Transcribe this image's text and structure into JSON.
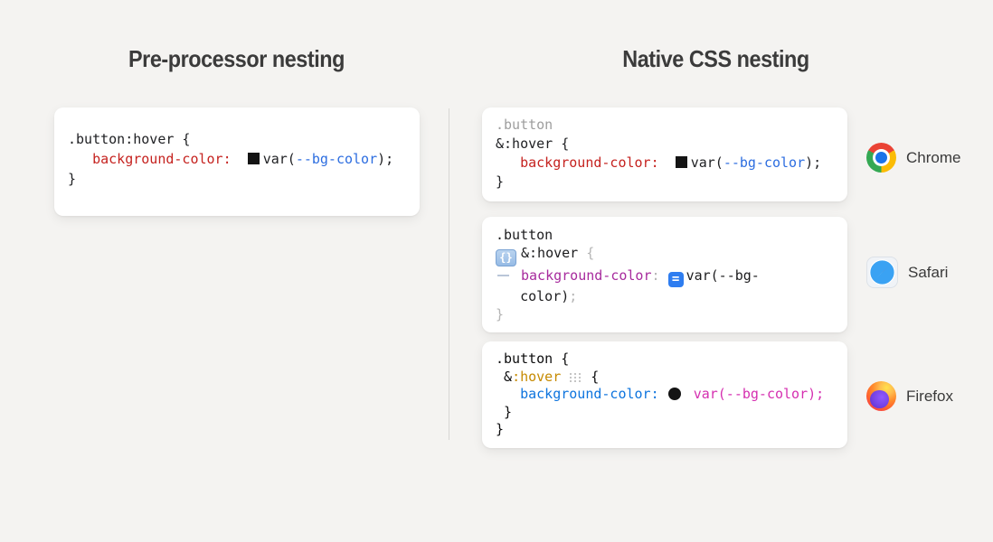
{
  "headings": {
    "left": "Pre-processor nesting",
    "right": "Native CSS nesting"
  },
  "colors": {
    "chrome_text": "#202124",
    "chrome_muted": "#9e9e9e",
    "chrome_property": "#c5221f",
    "chrome_variable": "#2c6de0",
    "safari_text": "#1c1c1e",
    "safari_muted": "#b4b4b4",
    "safari_property": "#a72a9d",
    "firefox_text": "#0c0c0d",
    "firefox_pseudo": "#c68a00",
    "firefox_property": "#0d74de",
    "firefox_value": "#d52fb0",
    "swatch_black": "#141414",
    "variable_badge_blue": "#2e7df0",
    "rule_badge_blue": "#96bbe5"
  },
  "cards": {
    "preprocessor": {
      "lines": [
        [
          {
            "t": ".button:hover {",
            "c": "chrome_text"
          }
        ],
        [
          {
            "t": "   ",
            "c": "chrome_text"
          },
          {
            "t": "background-color:",
            "c": "chrome_property"
          },
          {
            "t": "  ",
            "c": "chrome_text"
          },
          {
            "i": "color-swatch-square-icon"
          },
          {
            "t": "var(",
            "c": "chrome_text"
          },
          {
            "t": "--bg-color",
            "c": "chrome_variable"
          },
          {
            "t": ");",
            "c": "chrome_text"
          }
        ],
        [
          {
            "t": "}",
            "c": "chrome_text"
          }
        ]
      ]
    },
    "chrome": {
      "lines": [
        [
          {
            "t": ".button",
            "c": "chrome_muted"
          }
        ],
        [
          {
            "t": "&:hover {",
            "c": "chrome_text"
          }
        ],
        [
          {
            "t": "   ",
            "c": "chrome_text"
          },
          {
            "t": "background-color:",
            "c": "chrome_property"
          },
          {
            "t": "  ",
            "c": "chrome_text"
          },
          {
            "i": "color-swatch-square-icon"
          },
          {
            "t": "var(",
            "c": "chrome_text"
          },
          {
            "t": "--bg-color",
            "c": "chrome_variable"
          },
          {
            "t": ");",
            "c": "chrome_text"
          }
        ],
        [
          {
            "t": "}",
            "c": "chrome_text"
          }
        ]
      ]
    },
    "safari": {
      "lines": [
        [
          {
            "t": ".button",
            "c": "safari_text"
          }
        ],
        [
          {
            "i": "css-rule-badge-icon",
            "g": "{}"
          },
          {
            "t": "&:hover ",
            "c": "safari_text"
          },
          {
            "t": "{",
            "c": "safari_muted"
          }
        ],
        [
          {
            "i": "checkbox-dash-icon"
          },
          {
            "t": "background-color",
            "c": "safari_property"
          },
          {
            "t": ":",
            "c": "safari_muted"
          },
          {
            "t": " ",
            "c": "safari_text"
          },
          {
            "i": "css-variable-badge-icon",
            "g": "="
          },
          {
            "t": "var(--bg-",
            "c": "safari_text"
          }
        ],
        [
          {
            "t": "   color)",
            "c": "safari_text"
          },
          {
            "t": ";",
            "c": "safari_muted"
          }
        ],
        [
          {
            "t": "}",
            "c": "safari_muted"
          }
        ]
      ]
    },
    "firefox": {
      "lines": [
        [
          {
            "t": ".button {",
            "c": "firefox_text"
          }
        ],
        [
          {
            "t": " &",
            "c": "firefox_text"
          },
          {
            "t": ":hover",
            "c": "firefox_pseudo"
          },
          {
            "t": " ",
            "c": "firefox_text"
          },
          {
            "i": "dots-grid-icon"
          },
          {
            "t": " {",
            "c": "firefox_text"
          }
        ],
        [
          {
            "t": "   ",
            "c": "firefox_text"
          },
          {
            "t": "background-color:",
            "c": "firefox_property"
          },
          {
            "t": " ",
            "c": "firefox_text"
          },
          {
            "i": "color-swatch-circle-icon"
          },
          {
            "t": " ",
            "c": "firefox_text"
          },
          {
            "t": "var(--bg-color);",
            "c": "firefox_value"
          }
        ],
        [
          {
            "t": " }",
            "c": "firefox_text"
          }
        ],
        [
          {
            "t": "}",
            "c": "firefox_text"
          }
        ]
      ]
    }
  },
  "browsers": {
    "chrome": "Chrome",
    "safari": "Safari",
    "firefox": "Firefox"
  }
}
